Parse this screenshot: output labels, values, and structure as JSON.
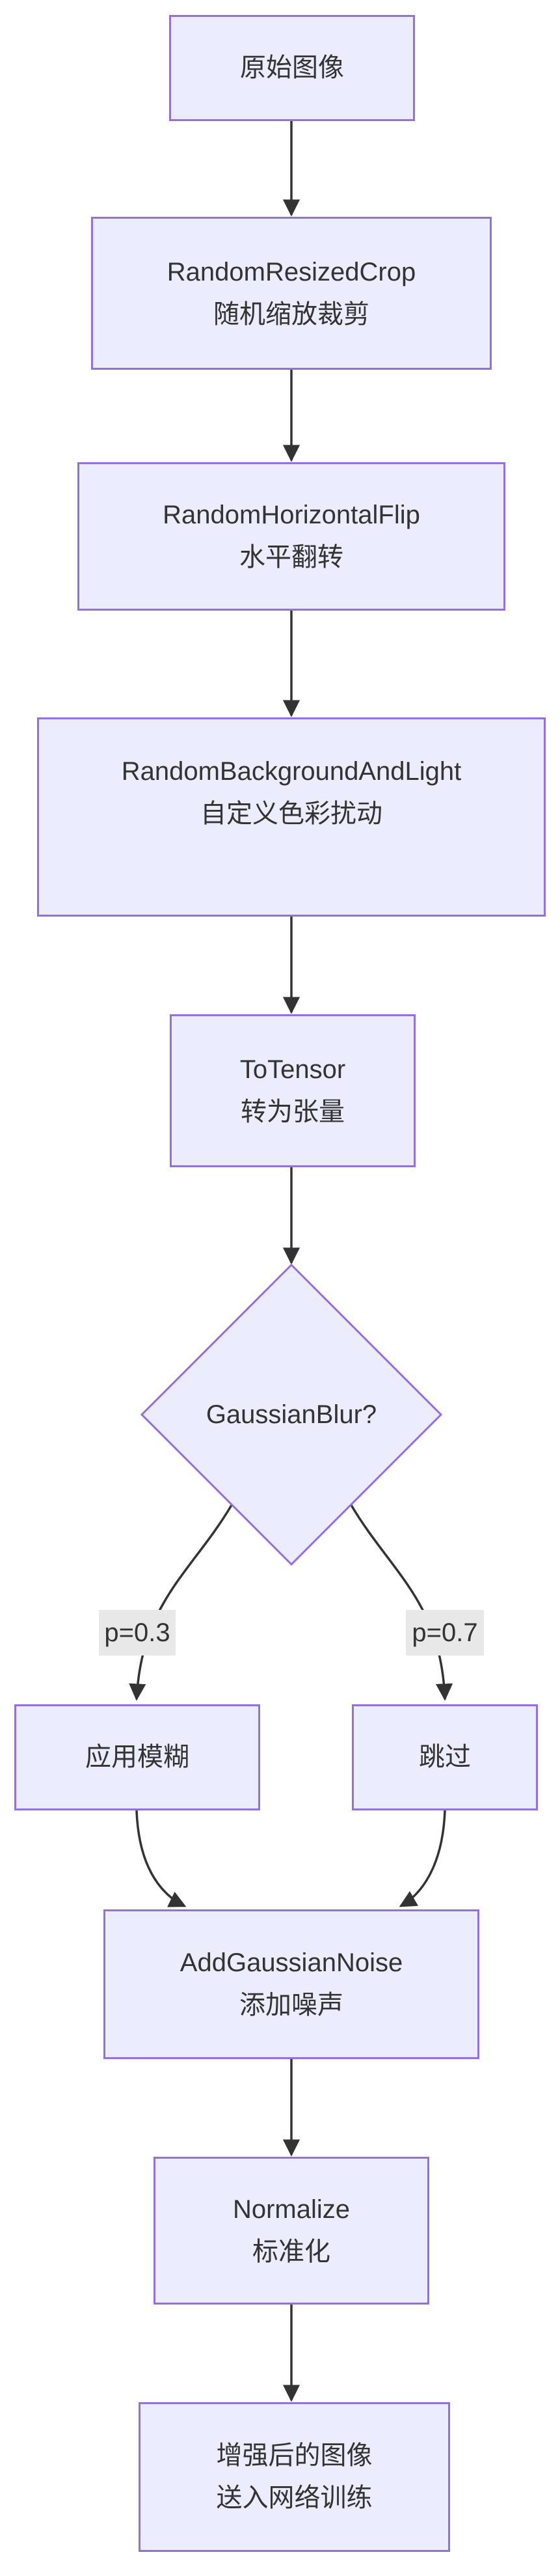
{
  "diagram": {
    "type": "flowchart-top-down",
    "colors": {
      "node_fill": "#ECECFF",
      "node_border": "#9370DB",
      "edge": "#333333",
      "text": "#333333",
      "edge_label_bg": "#e8e8e8",
      "background": "#ffffff"
    },
    "nodes": {
      "original": {
        "line1": "原始图像"
      },
      "crop": {
        "line1": "RandomResizedCrop",
        "line2": "随机缩放裁剪"
      },
      "flip": {
        "line1": "RandomHorizontalFlip",
        "line2": "水平翻转"
      },
      "bglight": {
        "line1": "RandomBackgroundAndLight",
        "line2": "自定义色彩扰动"
      },
      "totensor": {
        "line1": "ToTensor",
        "line2": "转为张量"
      },
      "decision": {
        "line1": "GaussianBlur?"
      },
      "applyblur": {
        "line1": "应用模糊"
      },
      "skip": {
        "line1": "跳过"
      },
      "noise": {
        "line1": "AddGaussianNoise",
        "line2": "添加噪声"
      },
      "normalize": {
        "line1": "Normalize",
        "line2": "标准化"
      },
      "output": {
        "line1": "增强后的图像",
        "line2": "送入网络训练"
      }
    },
    "edge_labels": {
      "blur_prob": "p=0.3",
      "skip_prob": "p=0.7"
    }
  }
}
